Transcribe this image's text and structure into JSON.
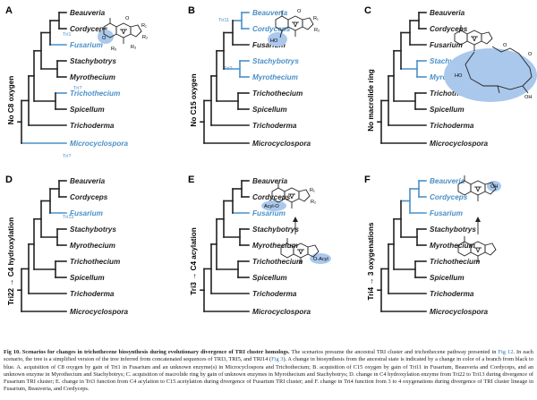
{
  "colors": {
    "blue": "#4a90c8",
    "black": "#222222",
    "highlight": "#aac8ec"
  },
  "panels": [
    {
      "letter": "A",
      "side_label": "No C8 oxygen",
      "taxa": [
        {
          "name": "Beauveria",
          "blue": false
        },
        {
          "name": "Cordyceps",
          "blue": false
        },
        {
          "name": "Fusarium",
          "blue": true
        },
        {
          "name": "Stachybotrys",
          "blue": false
        },
        {
          "name": "Myrothecium",
          "blue": false
        },
        {
          "name": "Trichothecium",
          "blue": true
        },
        {
          "name": "Spicellum",
          "blue": false
        },
        {
          "name": "Trichoderma",
          "blue": false
        },
        {
          "name": "Microcyclospora",
          "blue": true
        }
      ],
      "tags": [
        "Tri1",
        "Tri?",
        "Tri?"
      ]
    },
    {
      "letter": "B",
      "side_label": "No C15 oxygen",
      "taxa": [
        {
          "name": "Beauveria",
          "blue": true
        },
        {
          "name": "Cordyceps",
          "blue": true
        },
        {
          "name": "Fusarium",
          "blue": false
        },
        {
          "name": "Stachybotrys",
          "blue": true
        },
        {
          "name": "Myrothecium",
          "blue": true
        },
        {
          "name": "Trichothecium",
          "blue": false
        },
        {
          "name": "Spicellum",
          "blue": false
        },
        {
          "name": "Trichoderma",
          "blue": false
        },
        {
          "name": "Microcyclospora",
          "blue": false
        }
      ],
      "tags": [
        "Tri11",
        "Tri?"
      ]
    },
    {
      "letter": "C",
      "side_label": "No macrolide ring",
      "taxa": [
        {
          "name": "Beauveria",
          "blue": false
        },
        {
          "name": "Cordyceps",
          "blue": false
        },
        {
          "name": "Fusarium",
          "blue": false
        },
        {
          "name": "Stachybotrys",
          "blue": true
        },
        {
          "name": "Myrothecium",
          "blue": true
        },
        {
          "name": "Trichothecium",
          "blue": false
        },
        {
          "name": "Spicellum",
          "blue": false
        },
        {
          "name": "Trichoderma",
          "blue": false
        },
        {
          "name": "Microcyclospora",
          "blue": false
        }
      ],
      "tags": []
    },
    {
      "letter": "D",
      "side_label": "Tri22 → C4 hydroxylation",
      "taxa": [
        {
          "name": "Beauveria",
          "blue": false
        },
        {
          "name": "Cordyceps",
          "blue": false
        },
        {
          "name": "Fusarium",
          "blue": true
        },
        {
          "name": "Stachybotrys",
          "blue": false
        },
        {
          "name": "Myrothecium",
          "blue": false
        },
        {
          "name": "Trichothecium",
          "blue": false
        },
        {
          "name": "Spicellum",
          "blue": false
        },
        {
          "name": "Trichoderma",
          "blue": false
        },
        {
          "name": "Microcyclospora",
          "blue": false
        }
      ],
      "tags": [
        "Tri13"
      ]
    },
    {
      "letter": "E",
      "side_label": "Tri3 → C4 acylation",
      "taxa": [
        {
          "name": "Beauveria",
          "blue": false
        },
        {
          "name": "Cordyceps",
          "blue": false
        },
        {
          "name": "Fusarium",
          "blue": true
        },
        {
          "name": "Stachybotrys",
          "blue": false
        },
        {
          "name": "Myrothecium",
          "blue": false
        },
        {
          "name": "Trichothecium",
          "blue": false
        },
        {
          "name": "Spicellum",
          "blue": false
        },
        {
          "name": "Trichoderma",
          "blue": false
        },
        {
          "name": "Microcyclospora",
          "blue": false
        }
      ],
      "tags": []
    },
    {
      "letter": "F",
      "side_label": "Tri4 → 3 oxygenations",
      "taxa": [
        {
          "name": "Beauveria",
          "blue": true
        },
        {
          "name": "Cordyceps",
          "blue": true
        },
        {
          "name": "Fusarium",
          "blue": true
        },
        {
          "name": "Stachybotrys",
          "blue": false
        },
        {
          "name": "Myrothecium",
          "blue": false
        },
        {
          "name": "Trichothecium",
          "blue": false
        },
        {
          "name": "Spicellum",
          "blue": false
        },
        {
          "name": "Trichoderma",
          "blue": false
        },
        {
          "name": "Microcyclospora",
          "blue": false
        }
      ],
      "tags": []
    }
  ],
  "chem_labels": {
    "r1": "R₁",
    "r2": "R₂",
    "r3": "R₃",
    "r4": "R₄",
    "r5": "R₅",
    "o": "O",
    "ho": "HO",
    "oh": "OH",
    "acyl_o": "Acyl-O",
    "o_acyl": "O-Acyl"
  },
  "caption": {
    "fig_label": "Fig 10.",
    "title": "Scenarios for changes in trichothecene biosynthesis during evolutionary divergence of TRI cluster homologs.",
    "p1": "The scenarios presume the ancestral TRI cluster and trichothecene pathway presented in",
    "link1": "Fig 12",
    "p2": ". In each scenario, the tree is a simplified version of the tree inferred from concatenated sequences of TRI3, TRI5, and TRI14 (",
    "link2": "Fig 3",
    "p3": "). A change in biosynthesis from the ancestral state is indicated by a change in color of a branch from black to blue.",
    "items": "A. acquisition of C8 oxygen by gain of Tri1 in Fusarium and an unknown enzyme(s) in Microcyclospora and Trichothecium; B. acquisition of C15 oxygen by gain of Tri11 in Fusarium, Beauveria and Cordyceps, and an unknown enzyme in Myrothecium and Stachybotrys; C. acquisition of macrolide ring by gain of unknown enzymes in Myrothecium and Stachybotrys; D. change in C4 hydroxylation enzyme from Tri22 to Tri13 during divergence of Fusarium TRI cluster; E. change in Tri3 function from C4 acylation to C15 acetylation during divergence of Fusarium TRI cluster; and F. change in Tri4 function from 3 to 4 oxygenations during divergence of TRI cluster lineage in Fusarium, Beauveria, and Cordyceps."
  }
}
